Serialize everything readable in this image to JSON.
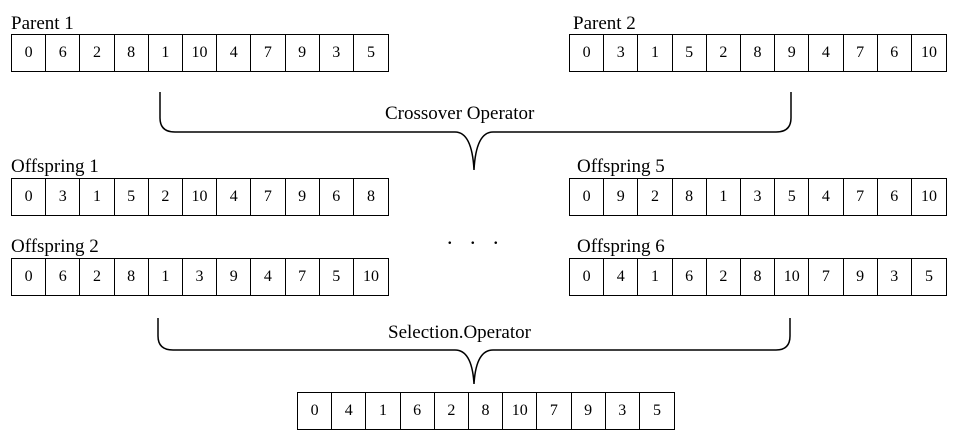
{
  "parents": [
    {
      "label": "Parent 1",
      "genes": [
        "0",
        "6",
        "2",
        "8",
        "1",
        "10",
        "4",
        "7",
        "9",
        "3",
        "5"
      ]
    },
    {
      "label": "Parent 2",
      "genes": [
        "0",
        "3",
        "1",
        "5",
        "2",
        "8",
        "9",
        "4",
        "7",
        "6",
        "10"
      ]
    }
  ],
  "crossover_label": "Crossover Operator",
  "offspring_left": [
    {
      "label": "Offspring 1",
      "genes": [
        "0",
        "3",
        "1",
        "5",
        "2",
        "10",
        "4",
        "7",
        "9",
        "6",
        "8"
      ]
    },
    {
      "label": "Offspring 2",
      "genes": [
        "0",
        "6",
        "2",
        "8",
        "1",
        "3",
        "9",
        "4",
        "7",
        "5",
        "10"
      ]
    }
  ],
  "offspring_right": [
    {
      "label": "Offspring 5",
      "genes": [
        "0",
        "9",
        "2",
        "8",
        "1",
        "3",
        "5",
        "4",
        "7",
        "6",
        "10"
      ]
    },
    {
      "label": "Offspring 6",
      "genes": [
        "0",
        "4",
        "1",
        "6",
        "2",
        "8",
        "10",
        "7",
        "9",
        "3",
        "5"
      ]
    }
  ],
  "ellipsis": ". . .",
  "selection_label": "Selection.Operator",
  "result": {
    "genes": [
      "0",
      "4",
      "1",
      "6",
      "2",
      "8",
      "10",
      "7",
      "9",
      "3",
      "5"
    ]
  }
}
